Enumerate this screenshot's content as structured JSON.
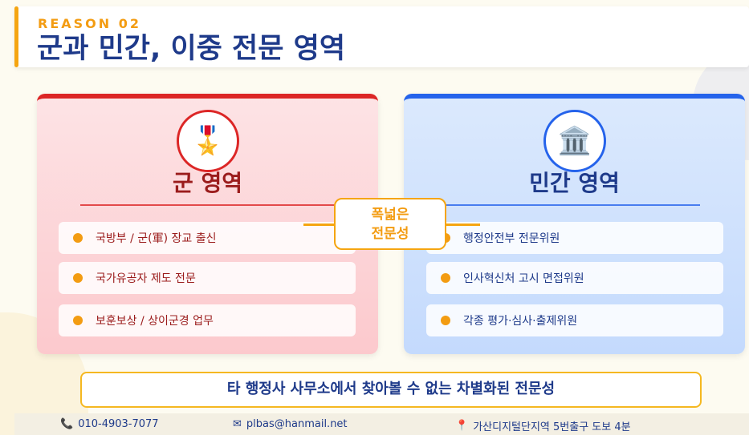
{
  "header": {
    "eyebrow": "REASON 02",
    "title": "군과 민간, 이중 전문 영역"
  },
  "military": {
    "icon": "medal-icon",
    "title": "군 영역",
    "items": [
      "국방부 / 군(軍) 장교 출신",
      "국가유공자 제도 전문",
      "보훈보상 / 상이군경 업무"
    ],
    "accent": "#dc2626"
  },
  "civil": {
    "icon": "government-building-icon",
    "title": "민간 영역",
    "items": [
      "행정안전부 전문위원",
      "인사혁신처 고시 면접위원",
      "각종 평가·심사·출제위원"
    ],
    "accent": "#2563eb"
  },
  "badge": {
    "line1": "폭넓은",
    "line2": "전문성"
  },
  "banner": "타 행정사 사무소에서 찾아볼 수 없는 차별화된 전문성",
  "footer": {
    "phone": "010-4903-7077",
    "email": "plbas@hanmail.net",
    "location": "가산디지털단지역 5번출구 도보 4분"
  }
}
